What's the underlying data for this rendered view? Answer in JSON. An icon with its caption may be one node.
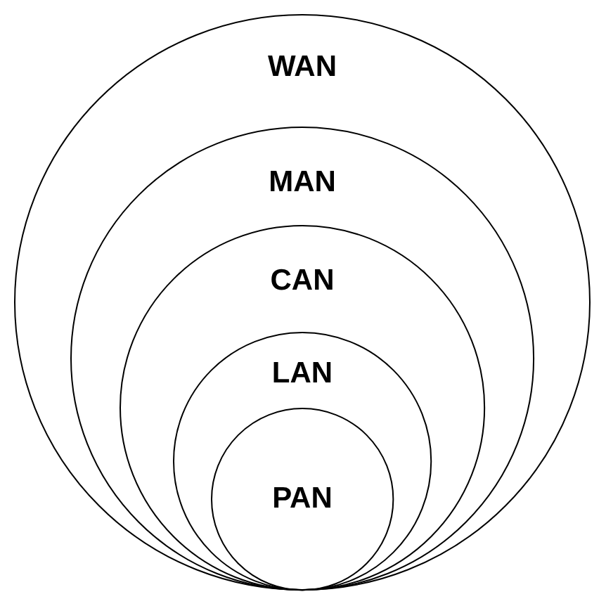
{
  "diagram": {
    "nodes": [
      {
        "text": [
          "WAN"
        ]
      },
      {
        "text": [
          "MAN"
        ],
        "in": 0
      },
      {
        "text": [
          "CAN"
        ],
        "in": 1
      },
      {
        "text": [
          "LAN"
        ],
        "in": 2
      },
      {
        "text": [
          "PAN"
        ],
        "in": 3
      }
    ]
  }
}
